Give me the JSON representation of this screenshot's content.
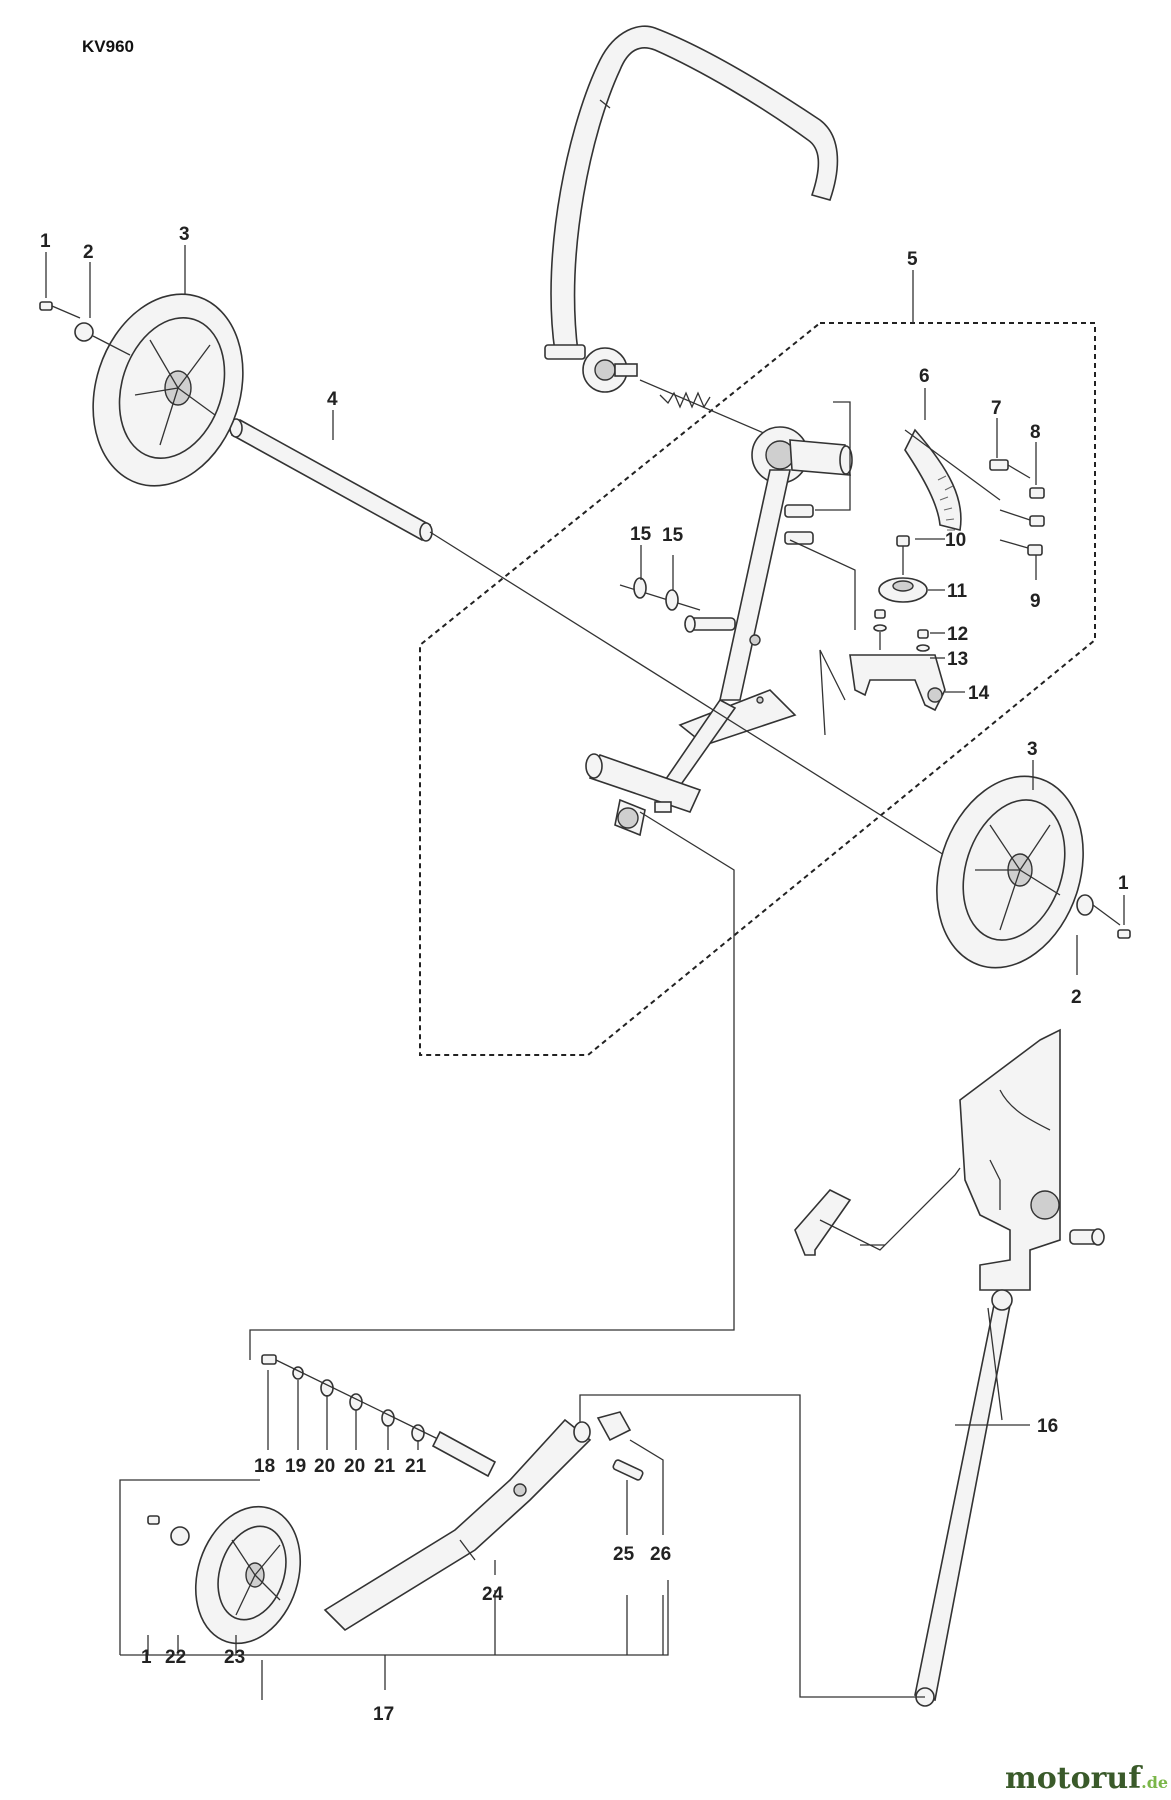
{
  "model": "KV960",
  "labels": {
    "n1": "1",
    "n2": "2",
    "n3": "3",
    "n4": "4",
    "n5": "5",
    "n6": "6",
    "n7": "7",
    "n8": "8",
    "n9": "9",
    "n10": "10",
    "n11": "11",
    "n12": "12",
    "n13": "13",
    "n14": "14",
    "n15": "15",
    "n16": "16",
    "n17": "17",
    "n18": "18",
    "n19": "19",
    "n20": "20",
    "n21": "21",
    "n22": "22",
    "n23": "23",
    "n24": "24",
    "n25": "25",
    "n26": "26"
  },
  "watermark": {
    "brand": "motoruf",
    "tld": ".de"
  },
  "colors": {
    "line": "#333333",
    "watermark_green": "#7ab648",
    "watermark_dark": "#3a5a2a"
  }
}
